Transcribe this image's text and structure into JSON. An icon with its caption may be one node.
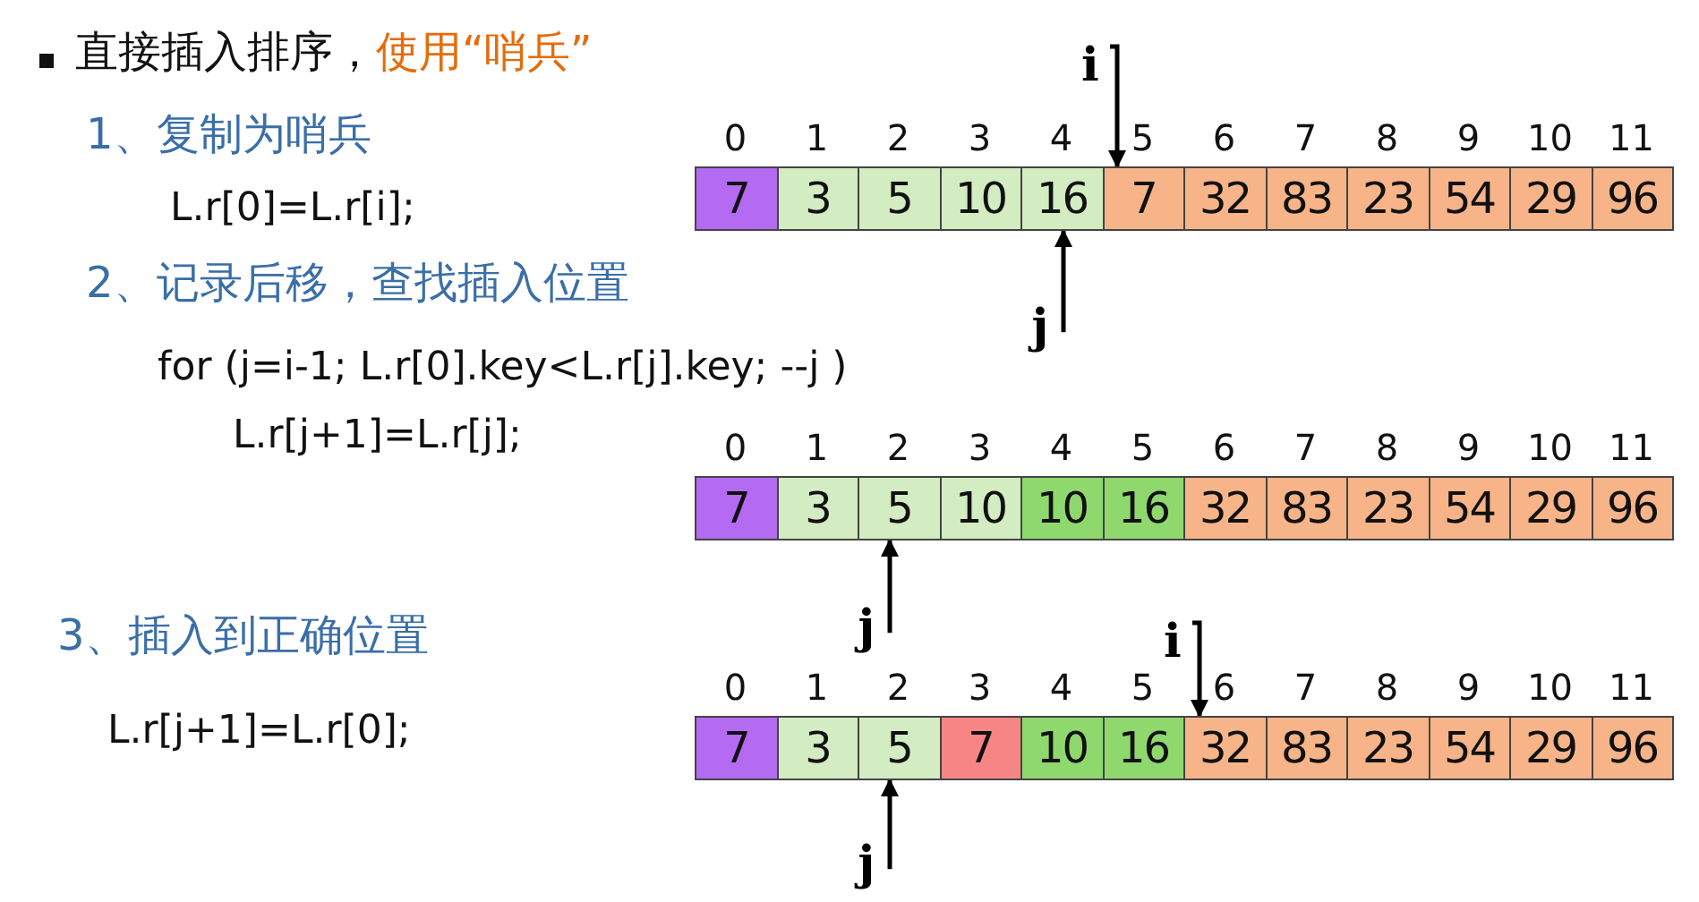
{
  "diagram": {
    "nodes": [
      {
        "text": [
          "i"
        ]
      },
      {
        "text": [
          "7"
        ]
      },
      {
        "text": [
          "3"
        ]
      },
      {
        "text": [
          "5"
        ]
      },
      {
        "text": [
          "10"
        ]
      },
      {
        "text": [
          "16"
        ]
      },
      {
        "text": [
          "7"
        ]
      },
      {
        "text": [
          "32"
        ]
      },
      {
        "text": [
          "83"
        ]
      },
      {
        "text": [
          "23"
        ]
      },
      {
        "text": [
          "54"
        ]
      },
      {
        "text": [
          "29"
        ]
      },
      {
        "text": [
          "96"
        ]
      },
      {
        "text": [
          "j"
        ]
      },
      {
        "text": [
          "7"
        ]
      },
      {
        "text": [
          "3"
        ]
      },
      {
        "text": [
          "5"
        ]
      },
      {
        "text": [
          "10"
        ]
      },
      {
        "text": [
          "10"
        ]
      },
      {
        "text": [
          "16"
        ]
      },
      {
        "text": [
          "32"
        ]
      },
      {
        "text": [
          "83"
        ]
      },
      {
        "text": [
          "23"
        ]
      },
      {
        "text": [
          "54"
        ]
      },
      {
        "text": [
          "29"
        ]
      },
      {
        "text": [
          "96"
        ]
      },
      {
        "text": [
          "j"
        ]
      },
      {
        "text": [
          "i"
        ]
      },
      {
        "text": [
          "7"
        ]
      },
      {
        "text": [
          "3"
        ]
      },
      {
        "text": [
          "5"
        ]
      },
      {
        "text": [
          "7"
        ]
      },
      {
        "text": [
          "10"
        ]
      },
      {
        "text": [
          "16"
        ]
      },
      {
        "text": [
          "32"
        ]
      },
      {
        "text": [
          "83"
        ]
      },
      {
        "text": [
          "23"
        ]
      },
      {
        "text": [
          "54"
        ]
      },
      {
        "text": [
          "29"
        ]
      },
      {
        "text": [
          "96"
        ]
      },
      {
        "text": [
          "j"
        ]
      }
    ],
    "edges": [
      {
        "from": 0,
        "to": 6,
        "arrow": "to"
      },
      {
        "from": 13,
        "to": 5,
        "arrow": "to"
      },
      {
        "from": 26,
        "to": 16,
        "arrow": "to"
      },
      {
        "from": 27,
        "to": 34,
        "arrow": "to"
      },
      {
        "from": 40,
        "to": 30,
        "arrow": "to"
      }
    ],
    "labels": [
      "直接插入排序，",
      "使用“哨兵”",
      "1、复制为哨兵",
      "0",
      "1",
      "2",
      "3",
      "4",
      "5",
      "6",
      "7",
      "8",
      "9",
      "10",
      "11",
      "L.r[0]=L.r[i];",
      "2、记录后移，查找插入位置",
      "for (j=i-1; L.r[0].key<L.r[j].key; --j )",
      "L.r[j+1]=L.r[j];",
      "0",
      "1",
      "2",
      "3",
      "4",
      "5",
      "6",
      "7",
      "8",
      "9",
      "10",
      "11",
      "3、插入到正确位置",
      "0",
      "1",
      "2",
      "3",
      "4",
      "5",
      "6",
      "7",
      "8",
      "9",
      "10",
      "11",
      "L.r[j+1]=L.r[0];"
    ]
  }
}
